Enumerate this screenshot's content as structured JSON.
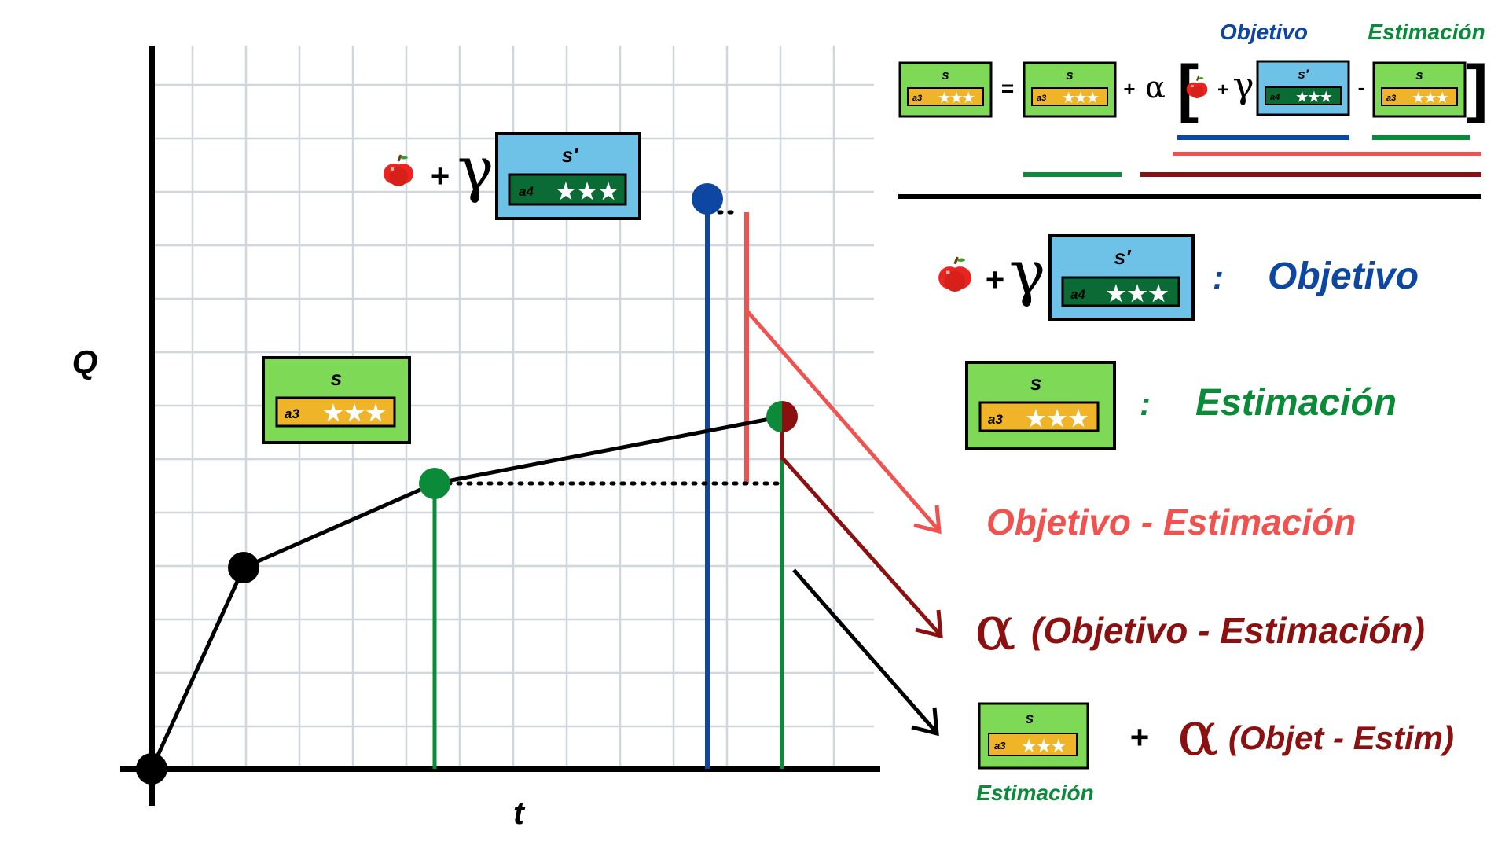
{
  "axes": {
    "y_label": "Q",
    "x_label": "t"
  },
  "state_card": {
    "s_label": "s",
    "action_a3": "a3",
    "action_a4": "a4",
    "next_state_label": "s′",
    "stars": "★★★"
  },
  "symbols": {
    "plus": "+",
    "gamma": "γ",
    "alpha": "α",
    "equals": "=",
    "minus": "-",
    "colon": ":",
    "bracket_open": "[",
    "bracket_close": "]"
  },
  "formula": {
    "objetivo_header": "Objetivo",
    "estimacion_header": "Estimación"
  },
  "legend": {
    "objetivo": "Objetivo",
    "estimacion": "Estimación"
  },
  "annotations": {
    "difference": "Objetivo - Estimación",
    "scaled_difference": "(Objetivo - Estimación)",
    "update_term": "(Objet - Estim)",
    "update_caption": "Estimación"
  },
  "colors": {
    "objetivo_blue": "#0d47a1",
    "estimacion_green": "#0b8a3a",
    "difference_red": "#ef5350",
    "alpha_darkred": "#8b1010",
    "card_green": "#7ed957",
    "card_blue": "#6ec2e8",
    "bar_orange": "#f0b429",
    "bar_darkgreen": "#0b6b34",
    "grid": "#cfd6de"
  },
  "icons": [
    "apple-icon",
    "star-icon",
    "arrow-icon"
  ]
}
